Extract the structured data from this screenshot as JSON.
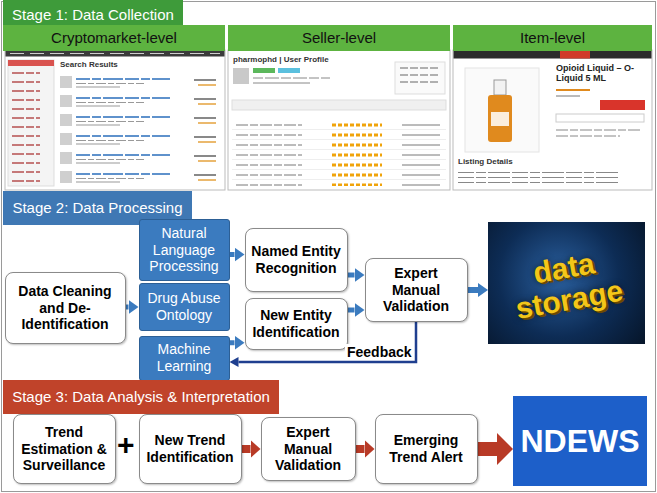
{
  "diagram": {
    "nodes": [
      {
        "text": [
          "Stage 1: Data Collection"
        ]
      },
      {
        "text": [
          "Cryptomarket-level"
        ]
      },
      {
        "text": [
          "Seller-level"
        ]
      },
      {
        "text": [
          "Item-level"
        ]
      },
      {
        "text": [
          "Stage 2: Data Processing"
        ]
      },
      {
        "text": [
          "Data Cleaning and De-Identification"
        ]
      },
      {
        "text": [
          "Natural Language Processing"
        ]
      },
      {
        "text": [
          "Drug Abuse Ontology"
        ]
      },
      {
        "text": [
          "Machine Learning"
        ]
      },
      {
        "text": [
          "Named Entity Recognition"
        ]
      },
      {
        "text": [
          "New Entity Identification"
        ]
      },
      {
        "text": [
          "Expert Manual Validation"
        ]
      },
      {
        "text": [
          "data storage"
        ]
      },
      {
        "text": [
          "Stage 3: Data Analysis & Interpretation"
        ]
      },
      {
        "text": [
          "Trend Estimation & Surveillance"
        ]
      },
      {
        "text": [
          "New Trend Identification"
        ]
      },
      {
        "text": [
          "Expert Manual Validation"
        ]
      },
      {
        "text": [
          "Emerging Trend Alert"
        ]
      },
      {
        "text": [
          "NDEWS"
        ]
      }
    ],
    "edges": [
      {
        "from": 5,
        "to": 7,
        "arrow": "to"
      },
      {
        "from": 6,
        "to": 9,
        "arrow": "to"
      },
      {
        "from": 8,
        "to": 10,
        "arrow": "to"
      },
      {
        "from": 9,
        "to": 11,
        "arrow": "to"
      },
      {
        "from": 10,
        "to": 11,
        "arrow": "to"
      },
      {
        "from": 11,
        "to": 12,
        "arrow": "to"
      },
      {
        "from": 11,
        "to": 8,
        "label": "Feedback",
        "arrow": "to"
      },
      {
        "from": 15,
        "to": 16,
        "arrow": "to"
      },
      {
        "from": 16,
        "to": 17,
        "arrow": "to"
      },
      {
        "from": 17,
        "to": 18,
        "arrow": "to"
      }
    ],
    "labels": [
      "Search Results",
      "pharmophd | User Profile",
      "Opioid Liquid – O-Liquid 5 ML",
      "Listing Details",
      "+"
    ]
  }
}
